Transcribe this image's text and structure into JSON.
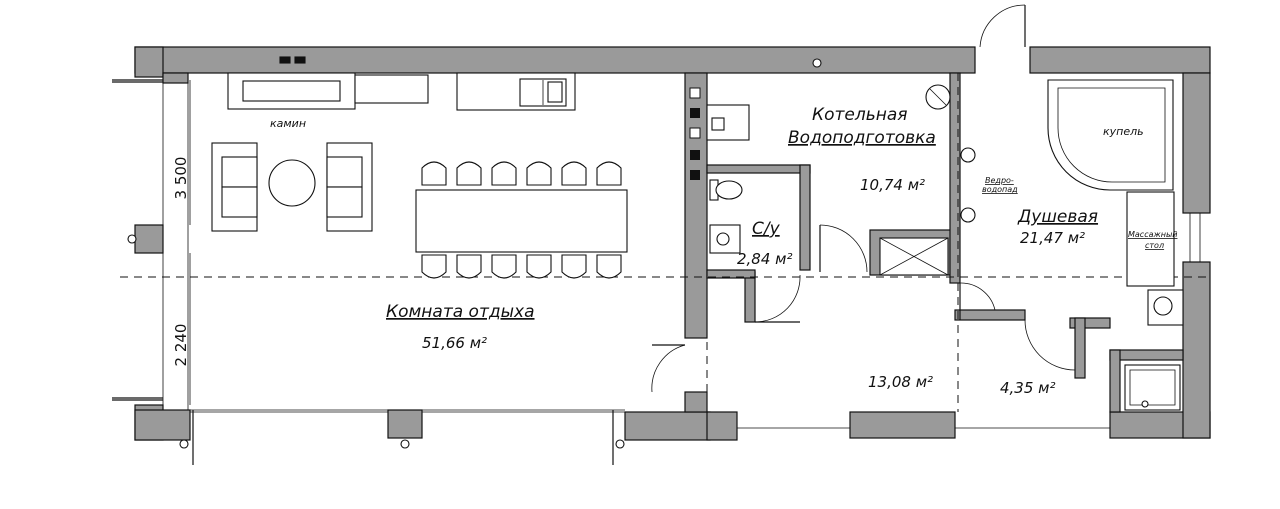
{
  "rooms": {
    "rest_room": {
      "name": "Комната отдыха",
      "area": "51,66 м²"
    },
    "boiler": {
      "name_line1": "Котельная",
      "name_line2": "Водоподготовка",
      "area": "10,74 м²"
    },
    "wc": {
      "name": "С/у",
      "area": "2,84 м²"
    },
    "shower": {
      "name": "Душевая",
      "area": "21,47 м²"
    },
    "hall": {
      "area": "13,08 м²"
    },
    "small_room": {
      "area": "4,35 м²"
    }
  },
  "labels": {
    "fireplace": "камин",
    "font": "купель",
    "bucket_1": "Ведро-",
    "bucket_2": "водопад",
    "massage_1": "Массажный",
    "massage_2": "стол"
  },
  "dimensions": {
    "upper": "3 500",
    "lower": "2 240"
  }
}
